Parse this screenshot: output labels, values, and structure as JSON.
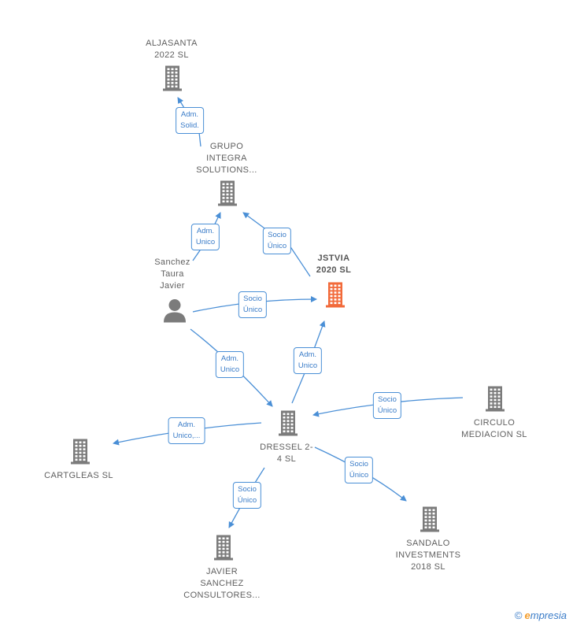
{
  "colors": {
    "edge": "#4a8fd6",
    "node": "#7b7b7b",
    "focus": "#f26a3a"
  },
  "nodes": [
    {
      "id": "aljasanta",
      "type": "company",
      "lines": [
        "ALJASANTA",
        "2022  SL"
      ]
    },
    {
      "id": "grupo",
      "type": "company",
      "lines": [
        "GRUPO",
        "INTEGRA",
        "SOLUTIONS..."
      ]
    },
    {
      "id": "jstvia",
      "type": "company",
      "focus": true,
      "lines": [
        "JSTVIA",
        "2020  SL"
      ]
    },
    {
      "id": "sanchez",
      "type": "person",
      "lines": [
        "Sanchez",
        "Taura",
        "Javier"
      ]
    },
    {
      "id": "dressel",
      "type": "company",
      "lines": [
        "DRESSEL 2-",
        "4  SL"
      ]
    },
    {
      "id": "circulo",
      "type": "company",
      "lines": [
        "CIRCULO",
        "MEDIACION SL"
      ]
    },
    {
      "id": "cartgleas",
      "type": "company",
      "lines": [
        "CARTGLEAS SL"
      ]
    },
    {
      "id": "sandalo",
      "type": "company",
      "lines": [
        "SANDALO",
        "INVESTMENTS",
        "2018  SL"
      ]
    },
    {
      "id": "javier",
      "type": "company",
      "lines": [
        "JAVIER",
        "SANCHEZ",
        "CONSULTORES..."
      ]
    }
  ],
  "edges": [
    {
      "id": "e-grupo-aljasanta",
      "from": "grupo",
      "to": "aljasanta",
      "lines": [
        "Adm.",
        "Solid."
      ]
    },
    {
      "id": "e-sanchez-grupo",
      "from": "sanchez",
      "to": "grupo",
      "lines": [
        "Adm.",
        "Unico"
      ]
    },
    {
      "id": "e-jstvia-grupo",
      "from": "jstvia",
      "to": "grupo",
      "lines": [
        "Socio",
        "Único"
      ]
    },
    {
      "id": "e-sanchez-jstvia",
      "from": "sanchez",
      "to": "jstvia",
      "lines": [
        "Socio",
        "Único"
      ]
    },
    {
      "id": "e-sanchez-dressel",
      "from": "sanchez",
      "to": "dressel",
      "lines": [
        "Adm.",
        "Unico"
      ]
    },
    {
      "id": "e-dressel-jstvia",
      "from": "dressel",
      "to": "jstvia",
      "lines": [
        "Adm.",
        "Unico"
      ]
    },
    {
      "id": "e-circulo-dressel",
      "from": "circulo",
      "to": "dressel",
      "lines": [
        "Socio",
        "Único"
      ]
    },
    {
      "id": "e-dressel-cartgleas",
      "from": "dressel",
      "to": "cartgleas",
      "lines": [
        "Adm.",
        "Unico,..."
      ]
    },
    {
      "id": "e-dressel-sandalo",
      "from": "dressel",
      "to": "sandalo",
      "lines": [
        "Socio",
        "Único"
      ]
    },
    {
      "id": "e-dressel-javier",
      "from": "dressel",
      "to": "javier",
      "lines": [
        "Socio",
        "Único"
      ]
    }
  ],
  "watermark": {
    "copyright": "©",
    "brand_initial": "e",
    "brand_rest": "mpresia"
  }
}
